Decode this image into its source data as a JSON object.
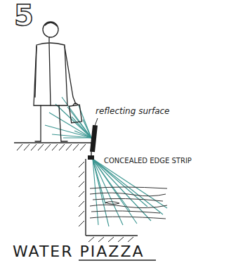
{
  "diagram": {
    "caption": "WATER PIAZZA",
    "labels": [
      "5",
      "reflecting surface",
      "CONCEALED EDGE STRIP"
    ]
  }
}
